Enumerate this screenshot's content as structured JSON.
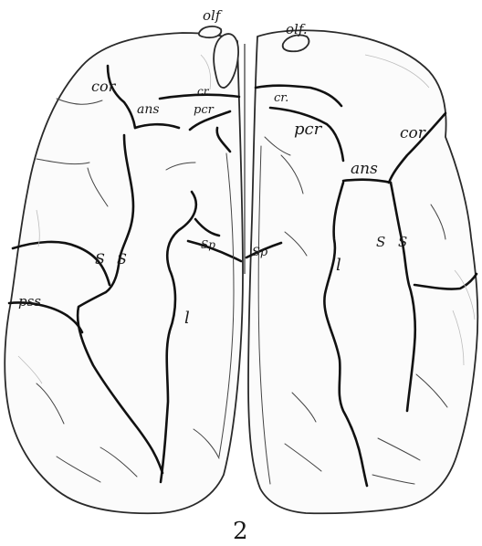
{
  "figure_number": "2",
  "left_hemisphere_labels": {
    "olf": "olf",
    "cor": "cor",
    "cr": "cr.",
    "pcr": "pcr",
    "ans": "ans",
    "s_left": "S",
    "s_right": "S",
    "sp": "Sp",
    "l": "l",
    "pss": "pss"
  },
  "right_hemisphere_labels": {
    "olf": "olf.",
    "cr": "cr.",
    "pcr": "pcr",
    "cor": "cor",
    "ans": "ans",
    "s_left": "S",
    "s_right": "S",
    "sp": "Sp",
    "l": "l"
  }
}
